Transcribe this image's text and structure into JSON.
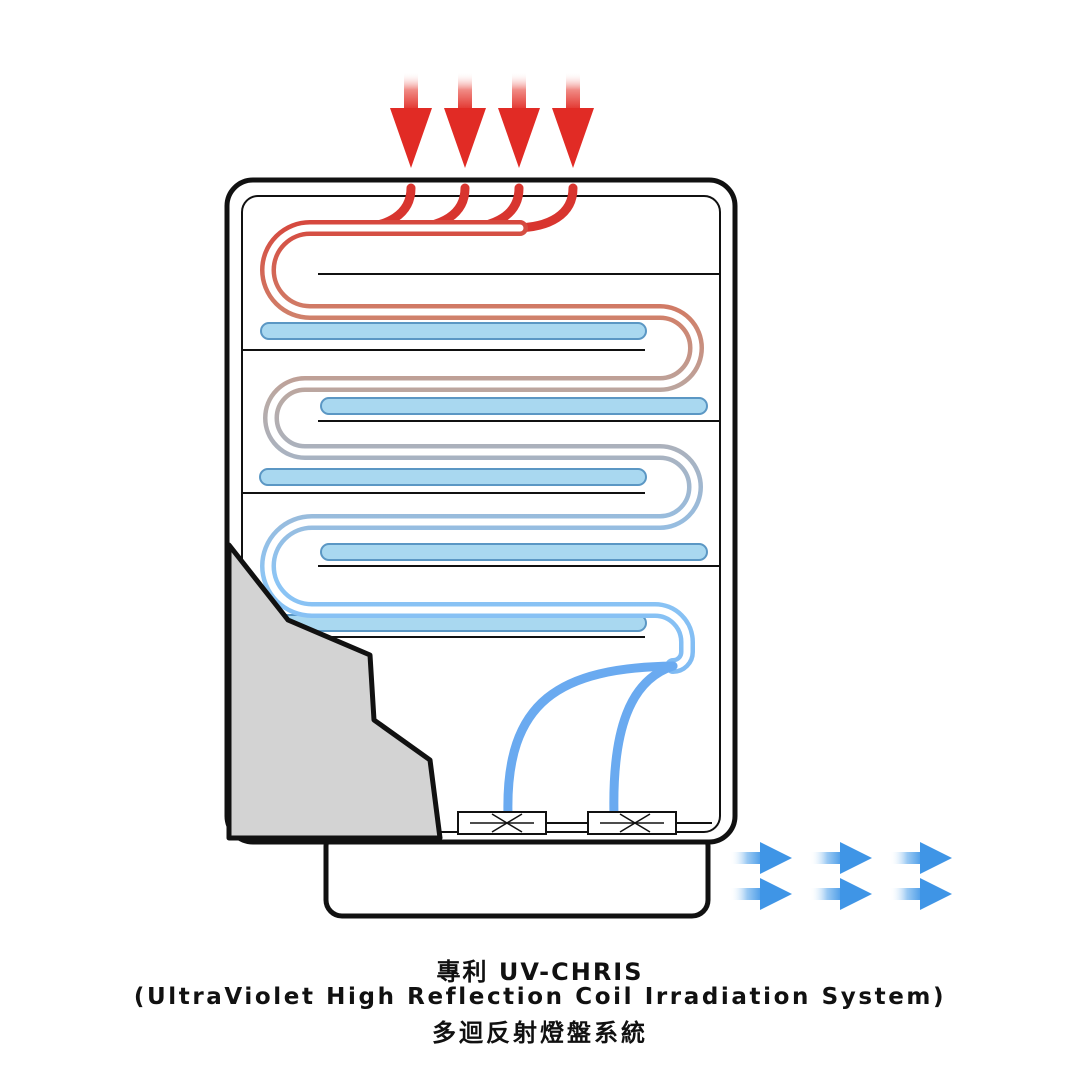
{
  "caption": {
    "line1": "專利 UV-CHRIS",
    "line2": "(UltraViolet High Reflection Coil Irradiation System)",
    "line3": "多迴反射燈盤系統"
  },
  "colors": {
    "inflow_arrow": "#e8322e",
    "outflow_arrow": "#4f9de6",
    "uv_lamp_fill": "#a9d8f0",
    "uv_lamp_stroke": "#5b97c4",
    "airflow_hot": "#d8352f",
    "airflow_mid": "#b7a7a3",
    "airflow_cool": "#7ab7f2",
    "cover_panel": "#d3d3d3",
    "outline": "#111111"
  },
  "icons": [
    "down-arrow-icon",
    "right-arrow-icon",
    "fan-icon"
  ]
}
